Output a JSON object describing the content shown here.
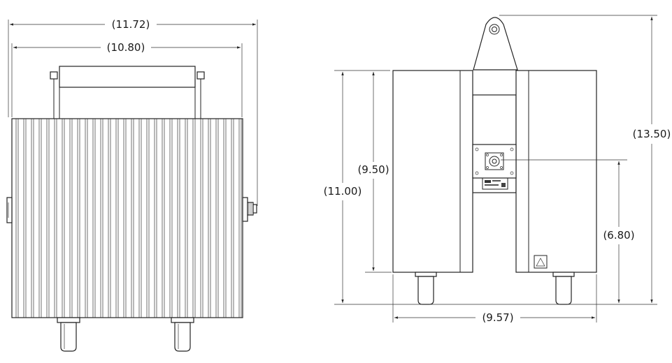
{
  "drawing": {
    "dimensions": {
      "overall_width": "(11.72)",
      "body_width": "(10.80)",
      "overall_height": "(13.50)",
      "height_11": "(11.00)",
      "height_9_5": "(9.50)",
      "connector_height": "(6.80)",
      "bottom_width": "(9.57)"
    }
  }
}
